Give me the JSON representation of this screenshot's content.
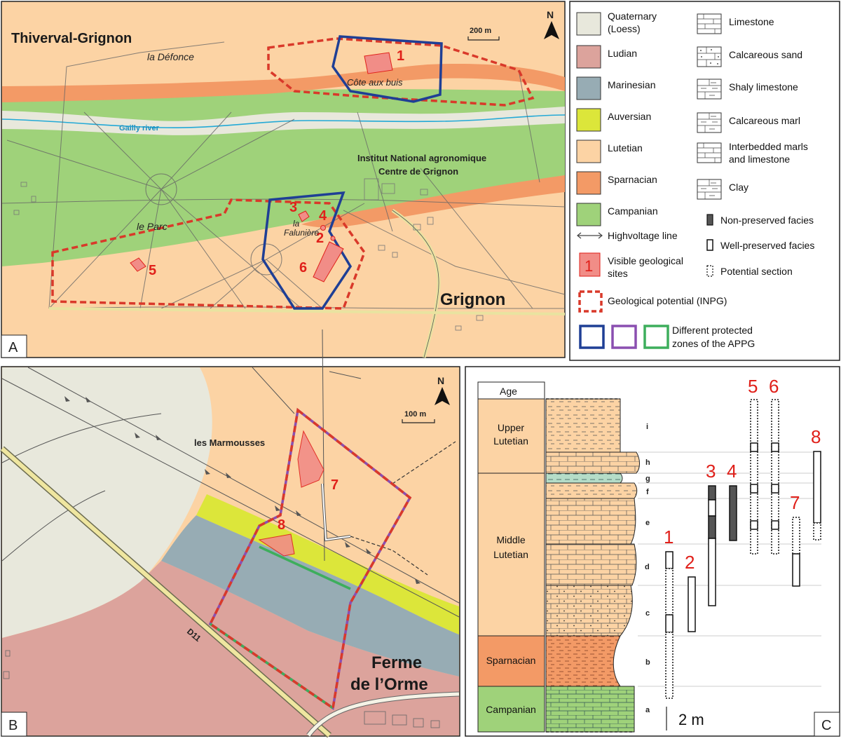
{
  "panels": {
    "A": {
      "letter": "A",
      "north": "N",
      "scale": "200 m",
      "towns": [
        "Thiverval-Grignon",
        "Grignon"
      ],
      "places": [
        "la Défonce",
        "Côte aux buis",
        "le Parc",
        "la",
        "Falunière"
      ],
      "river": "Gailly river",
      "institute": [
        "Institut National agronomique",
        "Centre de Grignon"
      ],
      "sites": [
        "1",
        "2",
        "3",
        "4",
        "5",
        "6"
      ]
    },
    "B": {
      "letter": "B",
      "north": "N",
      "scale": "100 m",
      "places": [
        "les Marmousses"
      ],
      "road": "D11",
      "farm": [
        "Ferme",
        "de l’Orme"
      ],
      "sites": [
        "7",
        "8"
      ]
    },
    "C": {
      "letter": "C",
      "age_header": "Age",
      "ages": [
        {
          "label": [
            "Upper",
            "Lutetian"
          ],
          "color": "#fcd3a4"
        },
        {
          "label": [
            "Middle",
            "Lutetian"
          ],
          "color": "#fcd3a4"
        },
        {
          "label": [
            "Sparnacian"
          ],
          "color": "#f39a66"
        },
        {
          "label": [
            "Campanian"
          ],
          "color": "#9fd27a"
        }
      ],
      "units": [
        "i",
        "h",
        "g",
        "f",
        "e",
        "d",
        "c",
        "b",
        "a"
      ],
      "site_numbers": [
        "1",
        "2",
        "3",
        "4",
        "5",
        "6",
        "7",
        "8"
      ],
      "scale_label": "2 m"
    }
  },
  "legend": {
    "stratigraphy": [
      {
        "label": [
          "Quaternary",
          "(Loess)"
        ],
        "color": "#e8e8dc"
      },
      {
        "label": [
          "Ludian"
        ],
        "color": "#dca39c"
      },
      {
        "label": [
          "Marinesian"
        ],
        "color": "#97acb4"
      },
      {
        "label": [
          "Auversian"
        ],
        "color": "#dce63a"
      },
      {
        "label": [
          "Lutetian"
        ],
        "color": "#fcd3a4"
      },
      {
        "label": [
          "Sparnacian"
        ],
        "color": "#f39a66"
      },
      {
        "label": [
          "Campanian"
        ],
        "color": "#9fd27a"
      }
    ],
    "lithology": [
      {
        "label": [
          "Limestone"
        ],
        "icon": "limestone-icon"
      },
      {
        "label": [
          "Calcareous sand"
        ],
        "icon": "calcareous-sand-icon"
      },
      {
        "label": [
          "Shaly limestone"
        ],
        "icon": "shaly-limestone-icon"
      },
      {
        "label": [
          "Calcareous marl"
        ],
        "icon": "calcareous-marl-icon"
      },
      {
        "label": [
          "Interbedded marls",
          "and limestone"
        ],
        "icon": "interbedded-icon"
      },
      {
        "label": [
          "Clay"
        ],
        "icon": "clay-icon"
      }
    ],
    "highvoltage": "Highvoltage line",
    "visible_sites": [
      "Visible geological",
      "sites"
    ],
    "site_symbol": "1",
    "potential": "Geological potential (INPG)",
    "protected": [
      "Different protected",
      "zones of the APPG"
    ],
    "protected_colors": [
      "#1f3f95",
      "#8a4fb0",
      "#3dae5c"
    ],
    "facies": [
      "Non-preserved facies",
      "Well-preserved facies",
      "Potential section"
    ]
  },
  "colors": {
    "site_red": "#e0201a",
    "potential_dash": "#d9392a"
  }
}
